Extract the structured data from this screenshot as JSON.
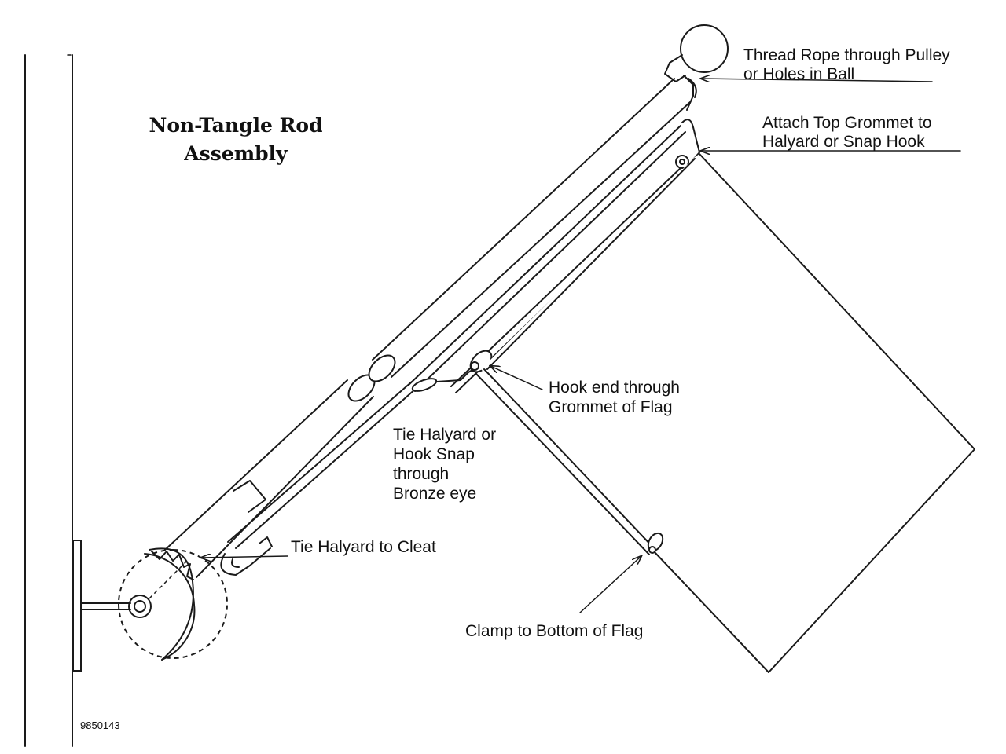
{
  "diagram": {
    "title_line1": "Non-Tangle Rod",
    "title_line2": "Assembly",
    "part_number": "9850143",
    "labels": {
      "pulley_line1": "Thread Rope through Pulley",
      "pulley_line2": "or Holes in Ball",
      "grommet_top_line1": "Attach Top Grommet to",
      "grommet_top_line2": "Halyard or Snap Hook",
      "hook_end_line1": "Hook end through",
      "hook_end_line2": "Grommet of Flag",
      "tie_line1": "Tie Halyard or",
      "tie_line2": "Hook Snap",
      "tie_line3": "through",
      "tie_line4": "Bronze eye",
      "cleat": "Tie Halyard to Cleat",
      "clamp": "Clamp to Bottom of Flag"
    },
    "colors": {
      "line": "#1a1a1a",
      "background": "#ffffff"
    }
  }
}
